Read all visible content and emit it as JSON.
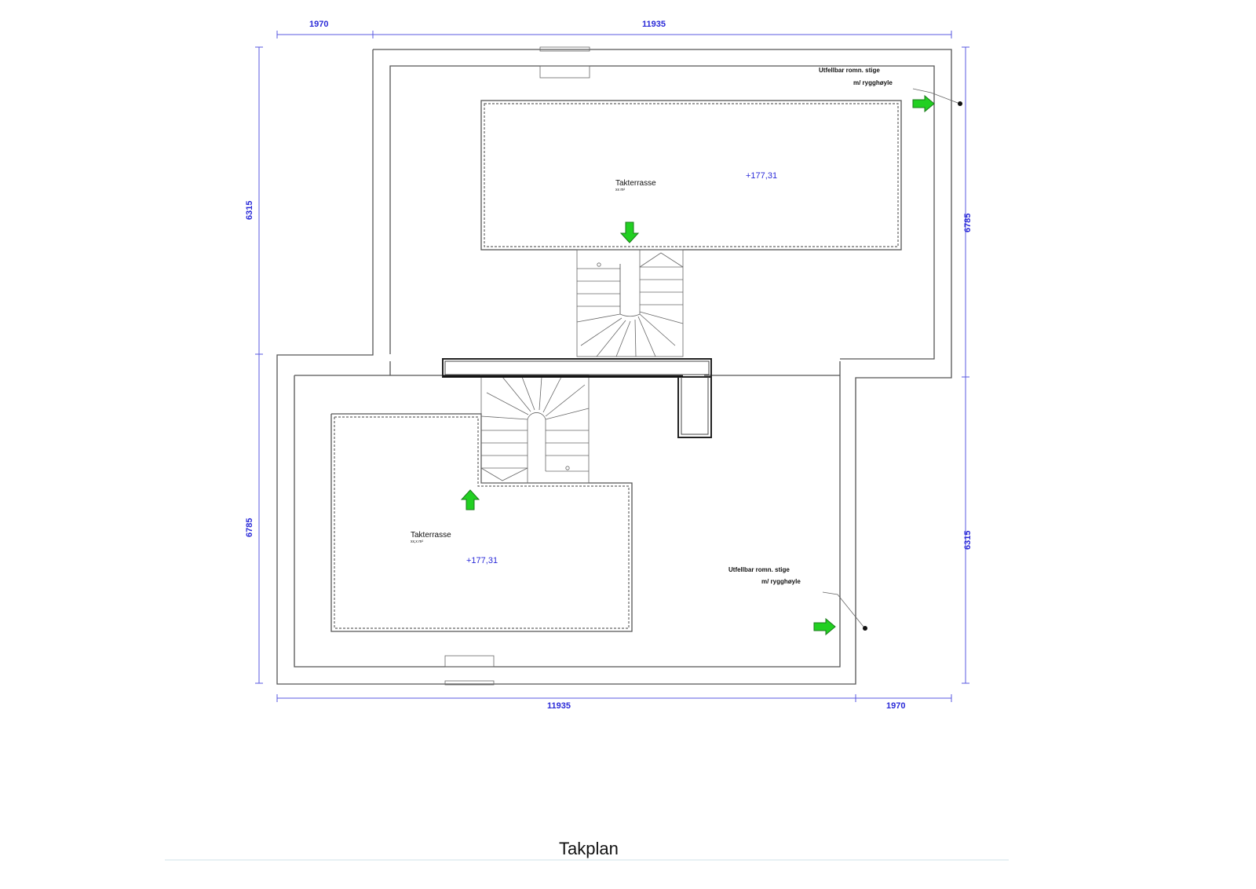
{
  "title": "Takplan",
  "dimensions": {
    "top_left": "1970",
    "top_right": "11935",
    "left_upper": "6315",
    "left_lower": "6785",
    "right_upper": "6785",
    "right_lower": "6315",
    "bottom_left": "11935",
    "bottom_right": "1970"
  },
  "upper_terrace": {
    "label": "Takterrasse",
    "area": "xx m²",
    "elevation": "+177,31"
  },
  "lower_terrace": {
    "label": "Takterrasse",
    "area": "xx,x m²",
    "elevation": "+177,31"
  },
  "upper_note": {
    "line1": "Utfellbar romn. stige",
    "line2": "m/ rygghøyle"
  },
  "lower_note": {
    "line1": "Utfellbar romn. stige",
    "line2": "m/ rygghøyle"
  },
  "colors": {
    "dimension_text": "#2a2ad8",
    "arrow": "#22d022",
    "lines": "#555555"
  },
  "icons": [
    "arrow-right-icon",
    "arrow-down-icon",
    "arrow-up-icon"
  ]
}
